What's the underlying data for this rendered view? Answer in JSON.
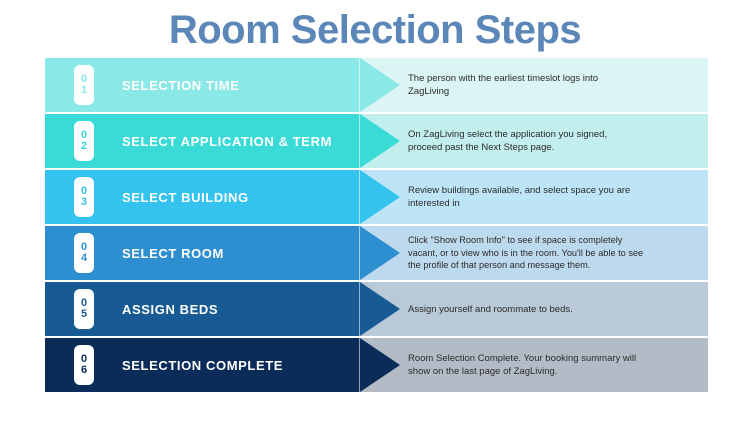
{
  "title": "Room Selection Steps",
  "theme": {
    "title_color": "#5b86b8",
    "background": "#ffffff",
    "badge_background": "#ffffff",
    "label_color": "#ffffff",
    "description_color": "#2b2b2b"
  },
  "steps": [
    {
      "number": "01",
      "digit_top": "0",
      "digit_bottom": "1",
      "label": "SELECTION TIME",
      "description": "The person with the earliest timeslot logs into\nZagLiving",
      "bar_color": "#8ae8e6",
      "panel_color": "#dbf5f4",
      "lines": 2
    },
    {
      "number": "02",
      "digit_top": "0",
      "digit_bottom": "2",
      "label": "SELECT APPLICATION & TERM",
      "description": "On ZagLiving select the application you signed,\nproceed past the Next Steps page.",
      "bar_color": "#3adbd6",
      "panel_color": "#c2eeee",
      "lines": 2
    },
    {
      "number": "03",
      "digit_top": "0",
      "digit_bottom": "3",
      "label": "SELECT BUILDING",
      "description": "Review buildings available, and select space you are\ninterested in",
      "bar_color": "#33c3ee",
      "panel_color": "#bee5f7",
      "lines": 2
    },
    {
      "number": "04",
      "digit_top": "0",
      "digit_bottom": "4",
      "label": "SELECT ROOM",
      "description": "Click \"Show Room Info\" to see if  space is completely\nvacant, or to view who is in the room. You'll be able to see\nthe profile of that person and message them.",
      "bar_color": "#2e8fd0",
      "panel_color": "#bcd9ee",
      "lines": 3
    },
    {
      "number": "05",
      "digit_top": "0",
      "digit_bottom": "5",
      "label": "ASSIGN BEDS",
      "description": "Assign yourself and roommate to beds.",
      "bar_color": "#175a94",
      "panel_color": "#bac9d8",
      "lines": 1
    },
    {
      "number": "06",
      "digit_top": "0",
      "digit_bottom": "6",
      "label": "SELECTION COMPLETE",
      "description": "Room Selection Complete. Your booking summary will\nshow on the last page of ZagLiving.",
      "bar_color": "#0b2c58",
      "panel_color": "#b3bcc6",
      "lines": 2
    }
  ]
}
